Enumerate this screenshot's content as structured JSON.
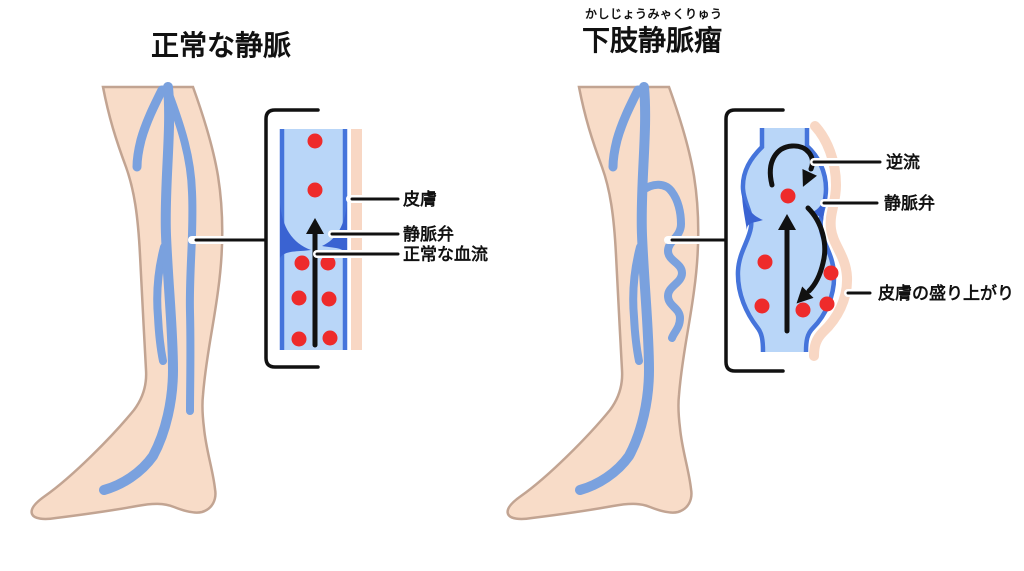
{
  "left_figure": {
    "title": "正常な静脈",
    "labels": {
      "skin": "皮膚",
      "valve": "静脈弁",
      "normal_flow": "正常な血流"
    }
  },
  "right_figure": {
    "title": "下肢静脈瘤",
    "furigana": "かしじょうみゃくりゅう",
    "labels": {
      "reflux": "逆流",
      "valve": "静脈弁",
      "skin_bulge": "皮膚の盛り上がり"
    }
  },
  "colors": {
    "skin": "#F8DCC8",
    "skin-outline": "#C2A492",
    "vein": "#7AA1DE",
    "vessel-fill": "#B9D6F8",
    "vessel-wall": "#4574DB",
    "valve": "#3A63D2",
    "skin-strip": "#F8D7C4",
    "blood-cell": "#EE2B2B",
    "line": "#111111"
  }
}
